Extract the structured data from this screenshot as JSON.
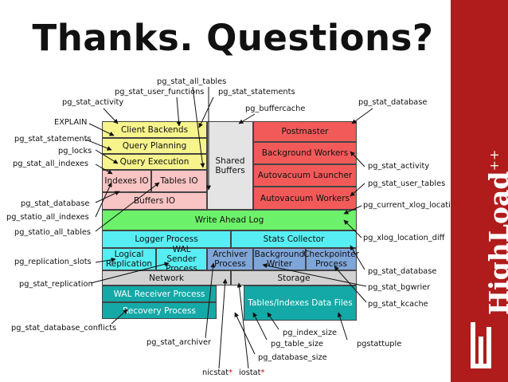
{
  "title": "Thanks. Questions?",
  "brand": {
    "name": "HighLoad",
    "suffix": "++"
  },
  "blocks": {
    "client_backends": "Client Backends",
    "query_planning": "Query Planning",
    "query_execution": "Query Execution",
    "indexes_io": "Indexes IO",
    "tables_io": "Tables IO",
    "buffers_io": "Buffers IO",
    "shared_buffers": "Shared\nBuffers",
    "postmaster": "Postmaster",
    "background_workers": "Background Workers",
    "autovacuum_launcher": "Autovacuum Launcher",
    "autovacuum_workers": "Autovacuum Workers",
    "wal": "Write Ahead Log",
    "logger": "Logger Process",
    "stats_collector": "Stats Collector",
    "logical_replication": "Logical\nReplication",
    "wal_sender": "WAL Sender\nProcess",
    "archiver": "Archiver\nProcess",
    "bg_writer": "Background\nWriter",
    "checkpointer": "Checkpointer\nProcess",
    "network": "Network",
    "storage": "Storage",
    "wal_receiver": "WAL Receiver Process",
    "recovery": "Recovery Process",
    "tables_files": "Tables/Indexes Data Files"
  },
  "labels": {
    "pg_stat_all_tables": "pg_stat_all_tables",
    "pg_stat_user_functions": "pg_stat_user_functions",
    "pg_stat_statements_top": "pg_stat_statements",
    "pg_stat_activity_top": "pg_stat_activity",
    "pg_buffercache": "pg_buffercache",
    "pg_stat_database_top": "pg_stat_database",
    "explain": "EXPLAIN",
    "pg_stat_statements_left": "pg_stat_statements",
    "pg_locks": "pg_locks",
    "pg_stat_all_indexes": "pg_stat_all_indexes",
    "pg_stat_database_left": "pg_stat_database",
    "pg_statio_all_indexes": "pg_statio_all_indexes",
    "pg_statio_all_tables": "pg_statio_all_tables",
    "pg_replication_slots": "pg_replication_slots",
    "pg_stat_replication": "pg_stat_replication",
    "pg_stat_database_conflicts": "pg_stat_database_conflicts",
    "pg_stat_activity_right": "pg_stat_activity",
    "pg_stat_user_tables": "pg_stat_user_tables",
    "pg_current_xlog_location": "pg_current_xlog_location",
    "pg_xlog_location_diff": "pg_xlog_location_diff",
    "pg_stat_database_right": "pg_stat_database",
    "pg_stat_bgwrier": "pg_stat_bgwrier",
    "pg_stat_kcache": "pg_stat_kcache",
    "pg_stat_archiver": "pg_stat_archiver",
    "pg_index_size": "pg_index_size",
    "pg_table_size": "pg_table_size",
    "pg_database_size": "pg_database_size",
    "pgstattuple": "pgstattuple",
    "nicstat": "nicstat",
    "iostat": "iostat",
    "star": "*"
  },
  "colors": {
    "yellow": "#f7f48c",
    "pink": "#f9c4c4",
    "gray": "#e4e4e4",
    "red": "#f25a5a",
    "green": "#6cf26a",
    "cyan": "#56eef2",
    "blue": "#7fa6d8",
    "lightgray": "#d2d2d2",
    "teal": "#14a9a6",
    "brand": "#b01c1c"
  }
}
